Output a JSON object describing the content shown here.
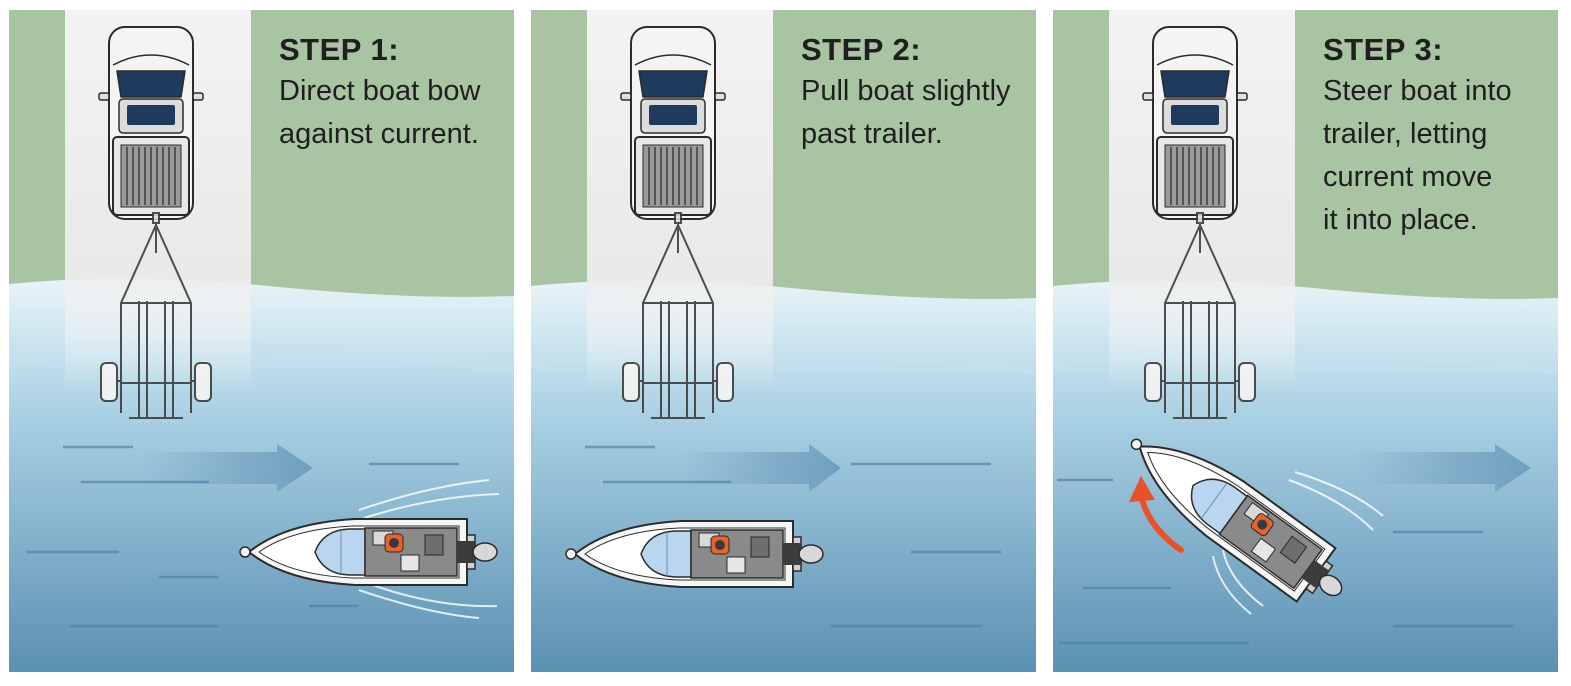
{
  "colors": {
    "grass": "#a8c4a3",
    "water_top": "#cfe6f0",
    "water_bottom": "#5f93b5",
    "current_arrow": "#6f9fbf",
    "steer_arrow": "#e8522a",
    "life_vest": "#e8632a",
    "boat_canopy": "#b9d5ef"
  },
  "steps": [
    {
      "title": "STEP 1:",
      "description": "Direct boat bow\nagainst current.",
      "icons": [
        "pickup-truck-icon",
        "boat-trailer-icon",
        "current-arrow-icon",
        "boat-icon"
      ]
    },
    {
      "title": "STEP 2:",
      "description": "Pull boat slightly\npast trailer.",
      "icons": [
        "pickup-truck-icon",
        "boat-trailer-icon",
        "current-arrow-icon",
        "boat-icon"
      ]
    },
    {
      "title": "STEP 3:",
      "description": "Steer boat into\ntrailer, letting\ncurrent move\nit into place.",
      "icons": [
        "pickup-truck-icon",
        "boat-trailer-icon",
        "current-arrow-icon",
        "boat-icon",
        "steer-arrow-icon"
      ]
    }
  ]
}
